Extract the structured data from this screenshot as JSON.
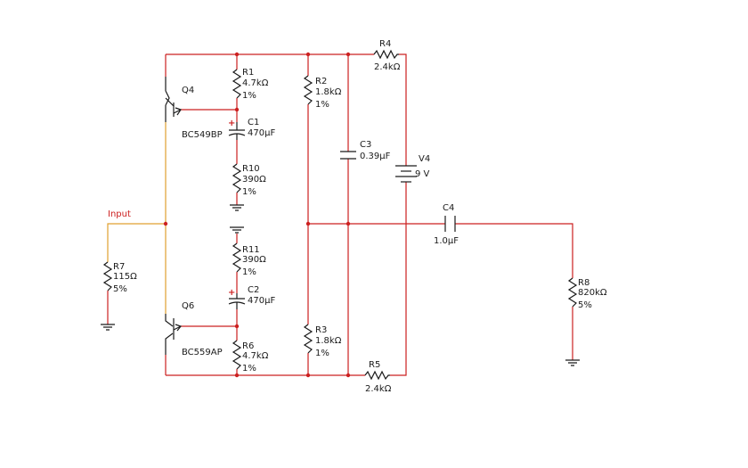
{
  "colors": {
    "wire": "#cc2020",
    "input_wire": "#e0a030",
    "component": "#1a1a1a",
    "text": "#1a1a1a",
    "input_label": "#cc2020",
    "background": "#ffffff"
  },
  "input_label": "Input",
  "polarity_mark": "+",
  "components": {
    "Q4": {
      "ref": "Q4",
      "value": "BC549BP"
    },
    "Q6": {
      "ref": "Q6",
      "value": "BC559AP"
    },
    "R1": {
      "ref": "R1",
      "value": "4.7kΩ",
      "tol": "1%"
    },
    "R2": {
      "ref": "R2",
      "value": "1.8kΩ",
      "tol": "1%"
    },
    "R3": {
      "ref": "R3",
      "value": "1.8kΩ",
      "tol": "1%"
    },
    "R4": {
      "ref": "R4",
      "value": "2.4kΩ"
    },
    "R5": {
      "ref": "R5",
      "value": "2.4kΩ"
    },
    "R6": {
      "ref": "R6",
      "value": "4.7kΩ",
      "tol": "1%"
    },
    "R7": {
      "ref": "R7",
      "value": "115Ω",
      "tol": "5%"
    },
    "R8": {
      "ref": "R8",
      "value": "820kΩ",
      "tol": "5%"
    },
    "R10": {
      "ref": "R10",
      "value": "390Ω",
      "tol": "1%"
    },
    "R11": {
      "ref": "R11",
      "value": "390Ω",
      "tol": "1%"
    },
    "C1": {
      "ref": "C1",
      "value": "470µF"
    },
    "C2": {
      "ref": "C2",
      "value": "470µF"
    },
    "C3": {
      "ref": "C3",
      "value": "0.39µF"
    },
    "C4": {
      "ref": "C4",
      "value": "1.0µF"
    },
    "V4": {
      "ref": "V4",
      "value": "9 V"
    }
  }
}
